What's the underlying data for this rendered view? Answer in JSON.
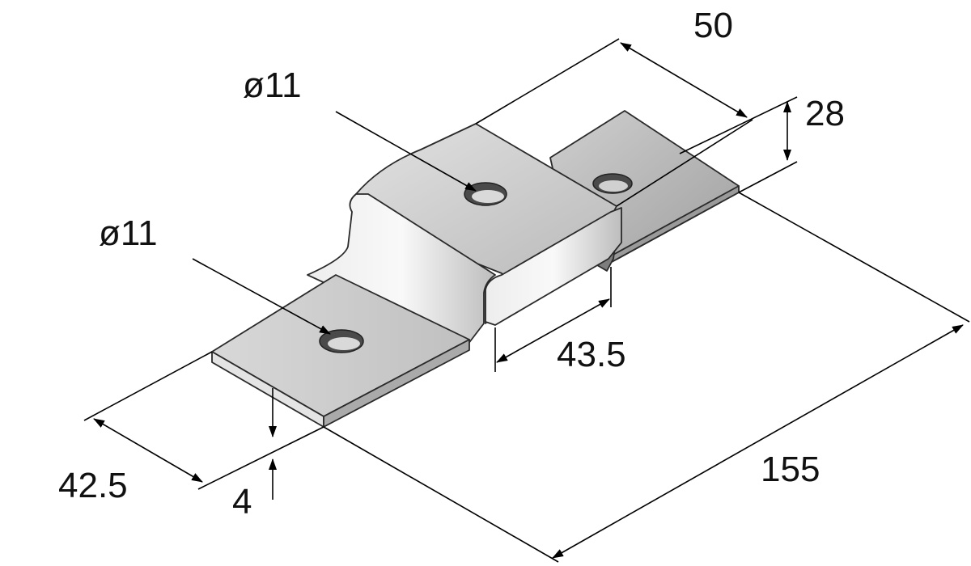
{
  "dimensions": {
    "width_top": "50",
    "bend_height": "28",
    "hole_top": "ø11",
    "hole_left": "ø11",
    "inner_width": "43.5",
    "flange_left": "42.5",
    "thickness": "4",
    "overall_length": "155"
  },
  "colors": {
    "metal_light": "#e9e9e9",
    "metal_mid": "#c6c6c6",
    "metal_dark": "#8f8f8f",
    "line": "#000000"
  }
}
